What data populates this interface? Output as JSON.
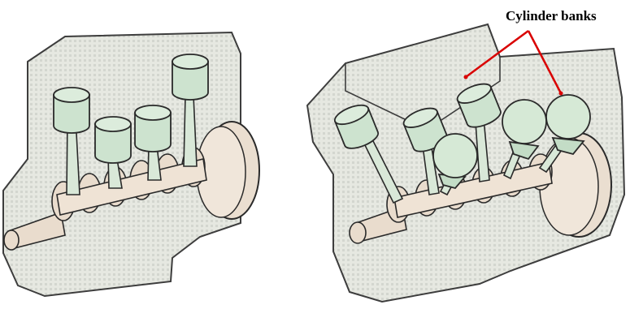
{
  "annotation": {
    "label": "Cylinder banks",
    "arrow_color": "#d90000"
  },
  "figures": [
    {
      "name": "inline-engine",
      "cylinders": 4
    },
    {
      "name": "v-engine",
      "cylinders": 6
    }
  ],
  "colors": {
    "block_fill": "#e4e6df",
    "block_stroke": "#3d3d3d",
    "piston_fill": "#cde3cf",
    "crank_fill": "#e9dccd",
    "outline": "#2a2a2a"
  }
}
